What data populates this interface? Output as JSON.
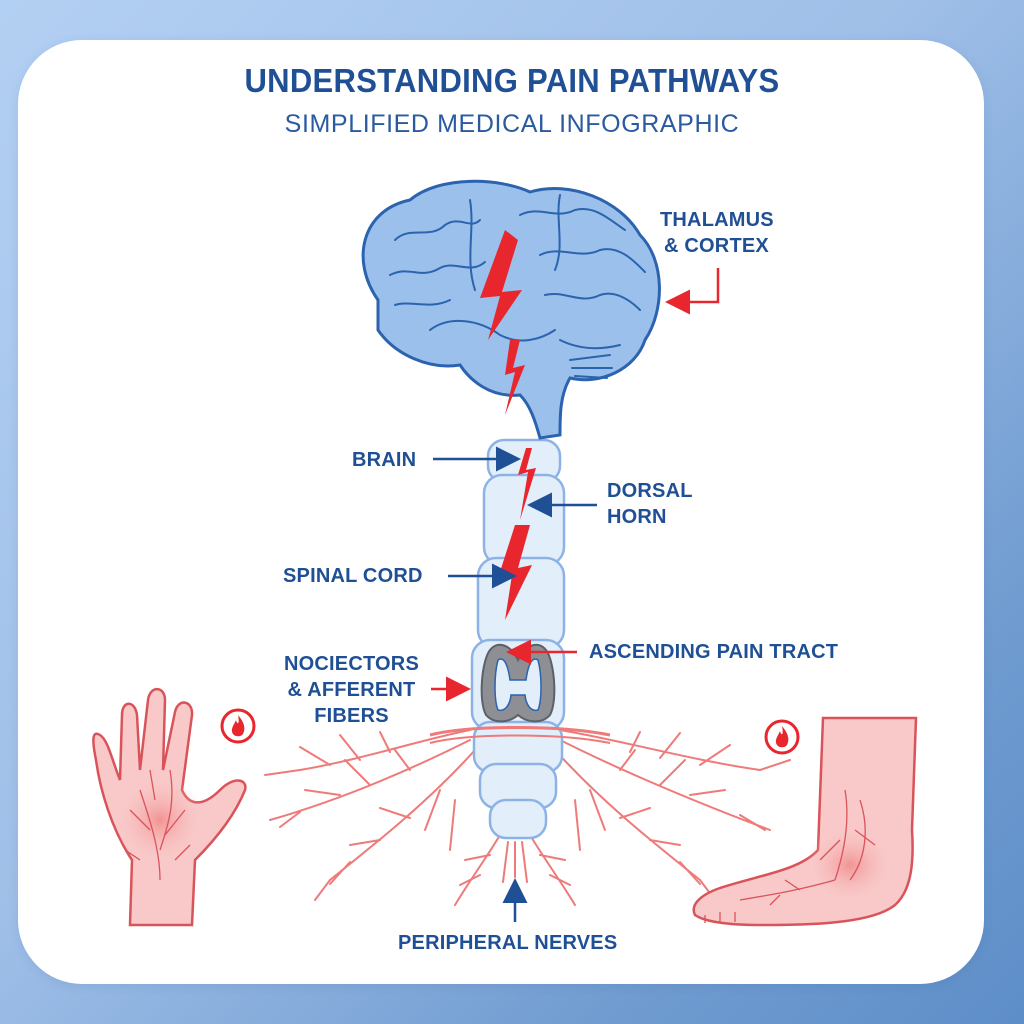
{
  "header": {
    "title": "UNDERSTANDING PAIN PATHWAYS",
    "subtitle": "SIMPLIFIED MEDICAL INFOGRAPHIC"
  },
  "labels": {
    "thalamus_cortex": [
      "THALAMUS",
      "& CORTEX"
    ],
    "brain": "BRAIN",
    "dorsal_horn": [
      "DORSAL",
      "HORN"
    ],
    "spinal_cord": "SPINAL CORD",
    "ascending_pain_tract": "ASCENDING PAIN TRACT",
    "nociceptors": [
      "NOCIECTORS",
      "& AFFERENT",
      "FIBERS"
    ],
    "peripheral_nerves": "PERIPHERAL NERVES"
  },
  "icons": {
    "hand_pain": "fire-icon",
    "foot_pain": "fire-icon",
    "signal": "lightning-bolt-icon"
  },
  "colors": {
    "title_blue": "#1f4f94",
    "brain_fill": "#9cc0ec",
    "brain_stroke": "#2b63ae",
    "pain_red": "#e8262e",
    "nerve_red": "#ef7a7a",
    "skin_pink": "#f9c9c9",
    "spine_fill": "#e3eefb",
    "spine_stroke": "#8db3e6",
    "gray_matter": "#8d8f94"
  }
}
